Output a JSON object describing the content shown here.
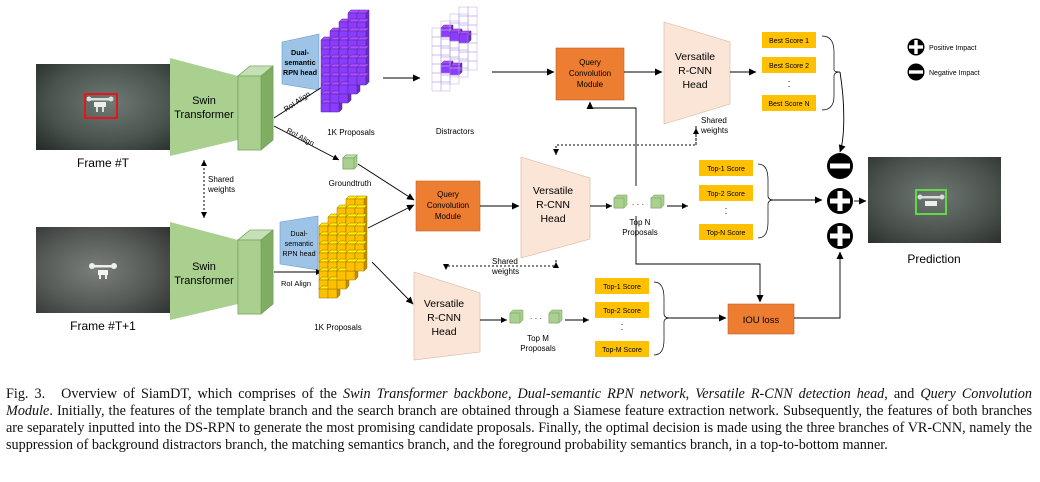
{
  "frames": {
    "top_label": "Frame #T",
    "bottom_label": "Frame #T+1",
    "prediction_label": "Prediction"
  },
  "backbone": {
    "top_label": [
      "Swin",
      "Transformer"
    ],
    "bottom_label": [
      "Swin",
      "Transformer"
    ],
    "shared_weights": [
      "Shared",
      "weights"
    ]
  },
  "rpn": {
    "top_head": [
      "Dual-",
      "semantic",
      "RPN head"
    ],
    "bottom_head": [
      "Dual-",
      "semantic",
      "RPN head"
    ],
    "roi_align": "RoI Align",
    "proposals_top": "1K Proposals",
    "proposals_bottom": "1K Proposals",
    "distractors": "Distractors",
    "groundtruth": "Groundtruth"
  },
  "query_conv": {
    "label": [
      "Query",
      "Convolution",
      "Module"
    ]
  },
  "rcnn": {
    "label": [
      "Versatile",
      "R-CNN",
      "Head"
    ],
    "shared_weights": [
      "Shared",
      "weights"
    ],
    "top_n": [
      "Top N",
      "Proposals"
    ],
    "top_m": [
      "Top M",
      "Proposals"
    ]
  },
  "scores": {
    "best": [
      "Best Score 1",
      "Best Score 2",
      "Best Score N"
    ],
    "top": [
      "Top-1 Score",
      "Top-2 Score",
      "Top-N Score"
    ],
    "topm": [
      "Top-1 Score",
      "Top-2 Score",
      "Top-M Score"
    ]
  },
  "iou_loss": "IOU loss",
  "legend": {
    "positive": "Positive Impact",
    "negative": "Negative Impact"
  },
  "caption": {
    "fig": "Fig. 3.",
    "t1": "Overview of SiamDT, which comprises of the ",
    "i1": "Swin Transformer backbone",
    "t2": ", ",
    "i2": "Dual-semantic RPN network",
    "t3": ", ",
    "i3": "Versatile R-CNN detection head",
    "t4": ", and ",
    "i4": "Query Convolution Module",
    "t5": ". Initially, the features of the template branch and the search branch are obtained through a Siamese feature extraction network. Subsequently, the features of both branches are separately inputted into the DS-RPN to generate the most promising candidate proposals. Finally, the optimal decision is made using the three branches of VR-CNN, namely the suppression of background distractors branch, the matching semantics branch, and the foreground probability semantics branch, in a top-to-bottom manner."
  },
  "colors": {
    "green": "#a9d08e",
    "purple": "#8b3dff",
    "yellow": "#ffc000",
    "orange": "#ed7d31",
    "peach": "#fbe5d6",
    "blue": "#9dc3e6"
  }
}
